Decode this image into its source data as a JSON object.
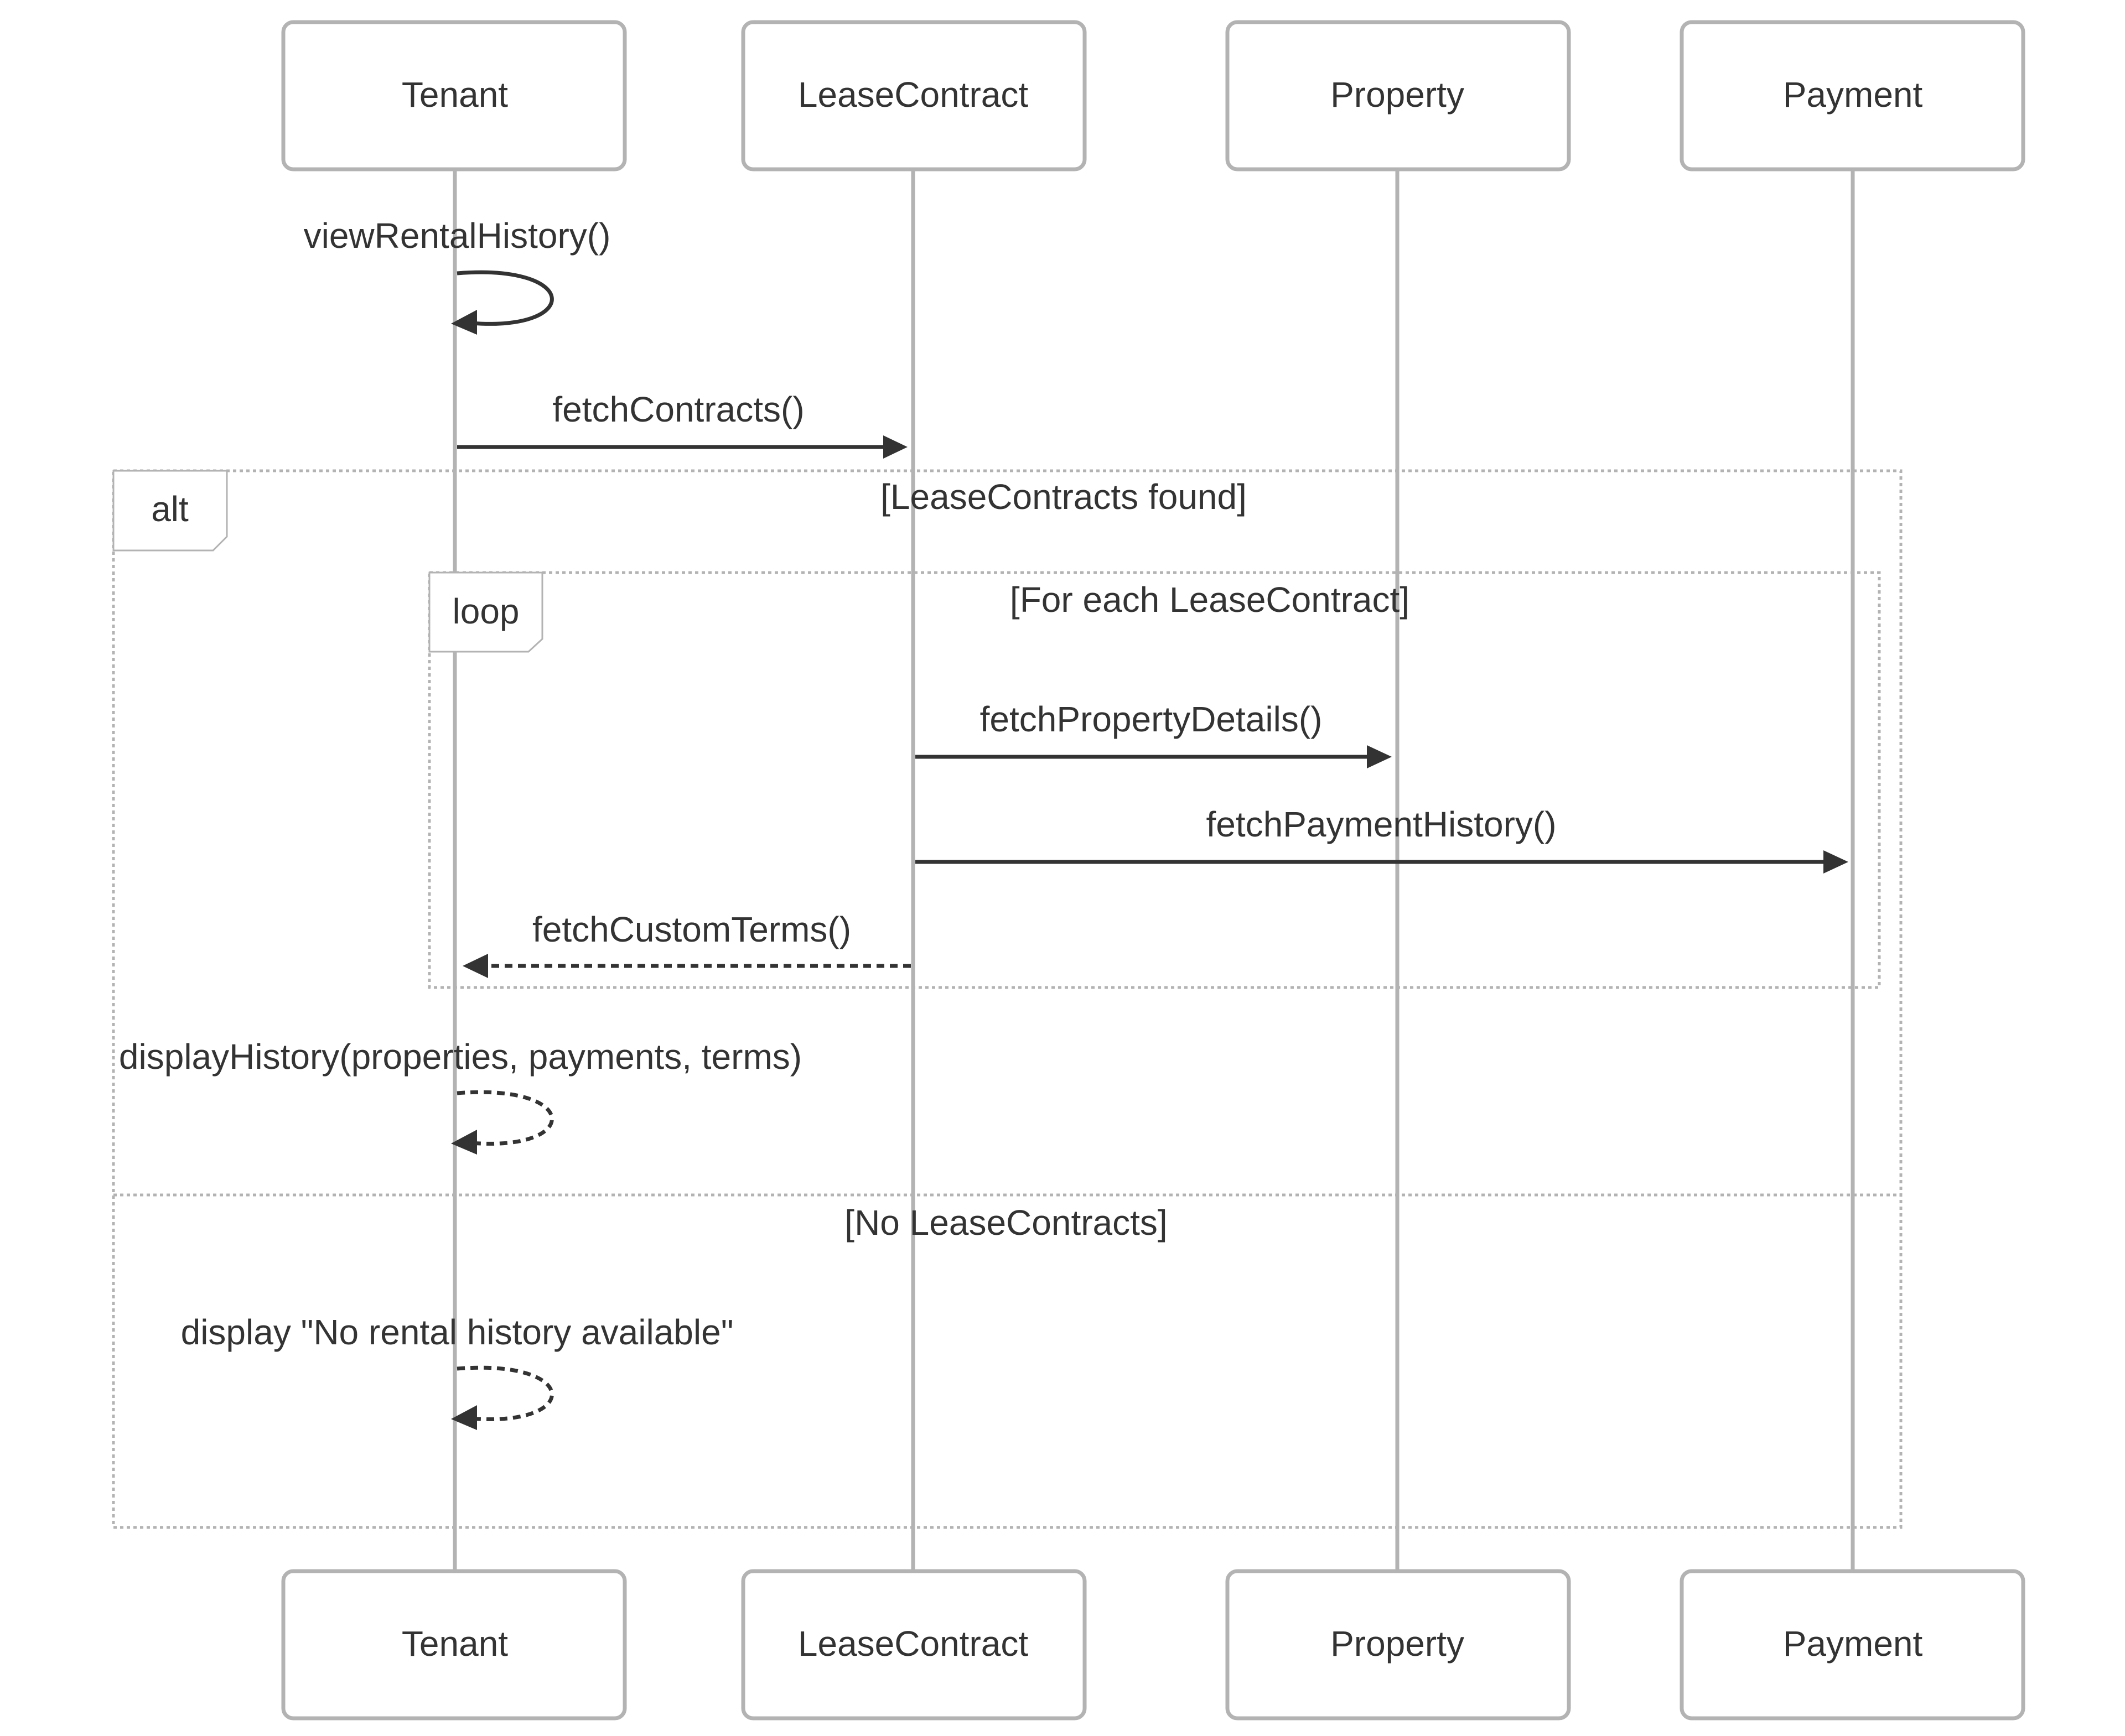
{
  "diagram": {
    "type": "sequence",
    "participants": [
      {
        "id": "tenant",
        "label": "Tenant"
      },
      {
        "id": "lease",
        "label": "LeaseContract"
      },
      {
        "id": "property",
        "label": "Property"
      },
      {
        "id": "payment",
        "label": "Payment"
      }
    ],
    "messages": [
      {
        "id": "m1",
        "from": "tenant",
        "to": "tenant",
        "label": "viewRentalHistory()",
        "style": "solid"
      },
      {
        "id": "m2",
        "from": "tenant",
        "to": "lease",
        "label": "fetchContracts()",
        "style": "solid"
      },
      {
        "id": "m3",
        "from": "lease",
        "to": "property",
        "label": "fetchPropertyDetails()",
        "style": "solid"
      },
      {
        "id": "m4",
        "from": "lease",
        "to": "payment",
        "label": "fetchPaymentHistory()",
        "style": "solid"
      },
      {
        "id": "m5",
        "from": "lease",
        "to": "tenant",
        "label": "fetchCustomTerms()",
        "style": "dashed"
      },
      {
        "id": "m6",
        "from": "tenant",
        "to": "tenant",
        "label": "displayHistory(properties, payments, terms)",
        "style": "dashed"
      },
      {
        "id": "m7",
        "from": "tenant",
        "to": "tenant",
        "label": "display \"No rental history available\"",
        "style": "dashed"
      }
    ],
    "fragments": {
      "alt": {
        "keyword": "alt",
        "condition": "[LeaseContracts found]",
        "else_condition": "[No LeaseContracts]"
      },
      "loop": {
        "keyword": "loop",
        "condition": "[For each LeaseContract]"
      }
    },
    "colors": {
      "line": "#b3b3b3",
      "arrow": "#333333",
      "text": "#333333"
    }
  }
}
